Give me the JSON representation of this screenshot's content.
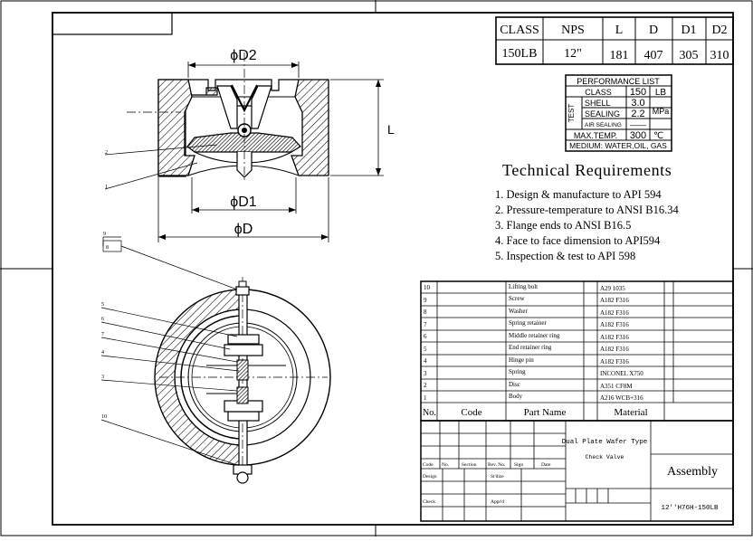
{
  "spec_table": {
    "headers": [
      "CLASS",
      "NPS",
      "L",
      "D",
      "D1",
      "D2"
    ],
    "values": [
      "150LB",
      "12\"",
      "181",
      "407",
      "305",
      "310"
    ]
  },
  "performance": {
    "title": "PERFORMANCE LIST",
    "class_label": "CLASS",
    "class_value": "150",
    "class_unit": "LB",
    "test_label": "TEST",
    "shell_label": "SHELL",
    "shell_value": "3.0",
    "sealing_label": "SEALING",
    "sealing_value": "2.2",
    "pressure_unit": "MPa",
    "air_label": "AIR SEALING",
    "air_value": "——",
    "temp_label": "MAX.TEMP.",
    "temp_value": "300",
    "temp_unit": "℃",
    "medium": "MEDIUM: WATER,OIL, GAS"
  },
  "requirements": {
    "title": "Technical Requirements",
    "items": [
      "1. Design & manufacture to API 594",
      "2. Pressure-temperature to ANSI B16.34",
      "3. Flange ends to ANSI B16.5",
      "4. Face to face dimension to API594",
      "5. Inspection & test to API 598"
    ]
  },
  "section_view": {
    "dim_d2": "ϕD2",
    "dim_d1": "ϕD1",
    "dim_d": "ϕD",
    "dim_l": "L",
    "callout_top": "2",
    "callout_bottom": "1"
  },
  "front_view": {
    "callouts": [
      "9",
      "8",
      "5",
      "6",
      "7",
      "4",
      "3",
      "10"
    ]
  },
  "parts": {
    "rows": [
      {
        "no": "10",
        "code": "",
        "name": "Lifting bolt",
        "material": "A29 1035"
      },
      {
        "no": "9",
        "code": "",
        "name": "Screw",
        "material": "A182 F316"
      },
      {
        "no": "8",
        "code": "",
        "name": "Washer",
        "material": "A182 F316"
      },
      {
        "no": "7",
        "code": "",
        "name": "Spring retainer",
        "material": "A182 F316"
      },
      {
        "no": "6",
        "code": "",
        "name": "Middle retainer ring",
        "material": "A182 F316"
      },
      {
        "no": "5",
        "code": "",
        "name": "End retainer ring",
        "material": "A182 F316"
      },
      {
        "no": "4",
        "code": "",
        "name": "Hinge pin",
        "material": "A182 F316"
      },
      {
        "no": "3",
        "code": "",
        "name": "Spring",
        "material": "INCONEL X750"
      },
      {
        "no": "2",
        "code": "",
        "name": "Disc",
        "material": "A351 CF8M"
      },
      {
        "no": "1",
        "code": "",
        "name": "Body",
        "material": "A216 WCB+316"
      }
    ],
    "header": {
      "no": "No.",
      "code": "Code",
      "name": "Part Name",
      "material": "Material"
    }
  },
  "title_block": {
    "title_line1": "Dual Plate Wafer Type",
    "title_line2": "Check Valve",
    "drawing_name": "Assembly",
    "drawing_no": "12''H76H-150LB",
    "row_labels": [
      "Code",
      "No.",
      "Section",
      "Rev. No.",
      "Sign",
      "Date"
    ],
    "design": "Design",
    "std": "St'dize",
    "check": "Check",
    "apprd": "Appr'd"
  }
}
